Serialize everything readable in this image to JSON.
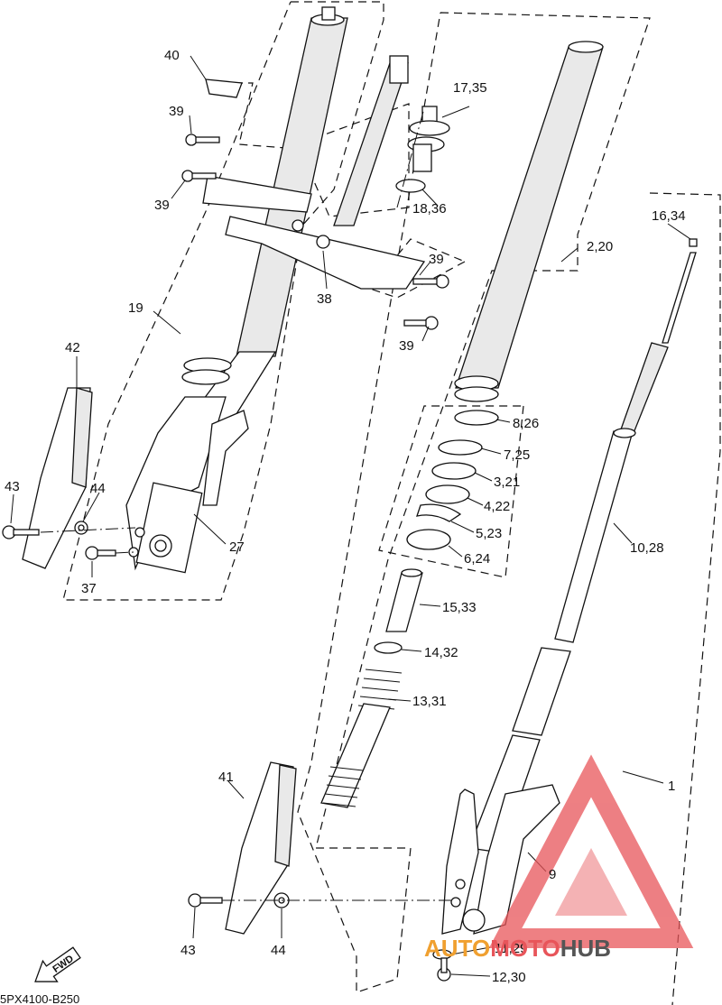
{
  "labels": {
    "p40": "40",
    "p39a": "39",
    "p39b": "39",
    "p39c": "39",
    "p39d": "39",
    "p17_35": "17,35",
    "p18_36": "18,36",
    "p16_34": "16,34",
    "p2_20": "2,20",
    "p19": "19",
    "p38": "38",
    "p42": "42",
    "p43a": "43",
    "p44a": "44",
    "p37": "37",
    "p27": "27",
    "p8_26": "8,26",
    "p7_25": "7,25",
    "p3_21": "3,21",
    "p4_22": "4,22",
    "p5_23": "5,23",
    "p6_24": "6,24",
    "p10_28": "10,28",
    "p15_33": "15,33",
    "p14_32": "14,32",
    "p13_31": "13,31",
    "p1": "1",
    "p41": "41",
    "p9": "9",
    "p43b": "43",
    "p44b": "44",
    "p11_29": "11,29",
    "p12_30": "12,30"
  },
  "fwd": "FWD",
  "diagram_code": "5PX4100-B250",
  "watermark": {
    "a": "AUTO",
    "b": "MOTO",
    "c": "HUB"
  },
  "colors": {
    "watermark_red": "#e8555a",
    "watermark_orange": "#f0a030",
    "watermark_gray": "#555555"
  }
}
